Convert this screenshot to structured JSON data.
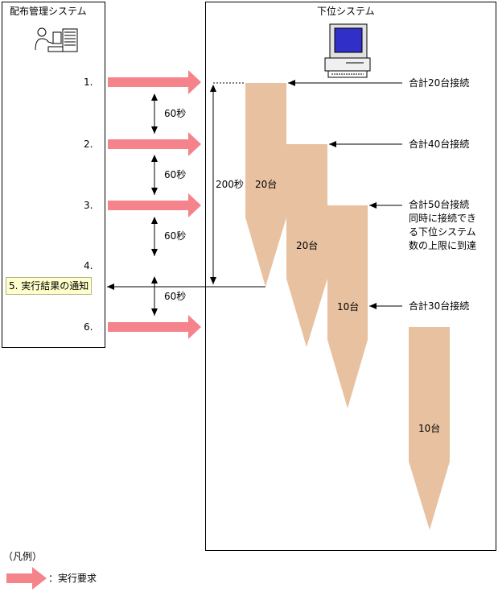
{
  "left_panel": {
    "title": "配布管理システム"
  },
  "right_panel": {
    "title": "下位システム"
  },
  "steps": [
    "1.",
    "2.",
    "3.",
    "4.",
    "6."
  ],
  "notice": "5. 実行結果の通知",
  "intervals": [
    "60秒",
    "60秒",
    "60秒",
    "60秒"
  ],
  "timeout": "200秒",
  "batches": [
    "20台",
    "20台",
    "10台",
    "10台"
  ],
  "statuses": {
    "s1": "合計20台接続",
    "s2": "合計40台接続",
    "s3": [
      "合計50台接続",
      "同時に接続でき",
      "る下位システム",
      "数の上限に到達"
    ],
    "s4": "合計30台接続"
  },
  "legend": {
    "title": "（凡例）",
    "request": "：実行要求"
  },
  "colors": {
    "arrow": "#f5838c",
    "batch": "#e8c2a0",
    "note_bg": "#ffffcc"
  }
}
